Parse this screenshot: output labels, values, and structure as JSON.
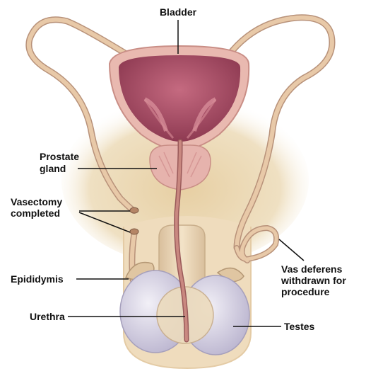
{
  "labels": {
    "bladder": "Bladder",
    "prostate_line1": "Prostate",
    "prostate_line2": "gland",
    "vasectomy_line1": "Vasectomy",
    "vasectomy_line2": "completed",
    "epididymis": "Epididymis",
    "urethra": "Urethra",
    "vas_line1": "Vas deferens",
    "vas_line2": "withdrawn for",
    "vas_line3": "procedure",
    "testes": "Testes"
  },
  "colors": {
    "background": "#ffffff",
    "skin_shadow": "#efe0c2",
    "tube": "#e8c9a8",
    "tube_outline": "#b8927a",
    "bladder_rim": "#e9b9b0",
    "bladder_inner": "#a64a62",
    "prostate": "#e6b3ad",
    "penis": "#ecd6b8",
    "testes": "#dcd8e8",
    "urethra": "#c07c7c",
    "leader_line": "#111111"
  }
}
